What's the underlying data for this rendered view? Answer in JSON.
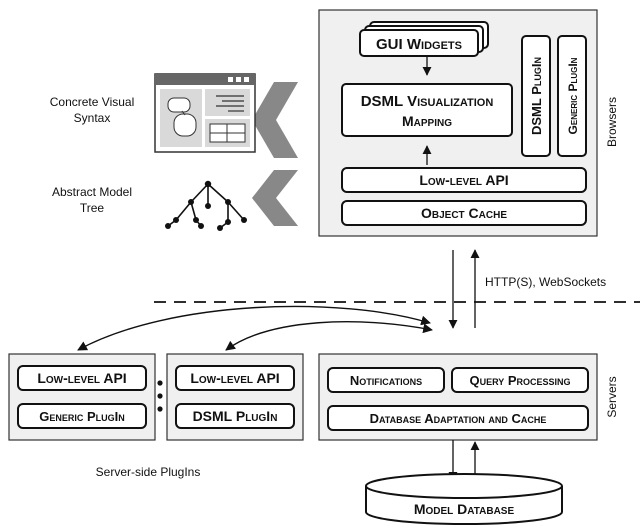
{
  "browser_panel": {
    "gui_widgets": "GUI Widgets",
    "dsml_viz_line1": "DSML Visualization",
    "dsml_viz_line2": "Mapping",
    "low_level_api": "Low-level API",
    "object_cache": "Object Cache",
    "dsml_plugin_vertical": "DSML PlugIn",
    "generic_plugin_vertical": "Generic PlugIn",
    "side_label": "Browsers"
  },
  "left_labels": {
    "concrete_line1": "Concrete Visual",
    "concrete_line2": "Syntax",
    "abstract_line1": "Abstract Model",
    "abstract_line2": "Tree"
  },
  "connection": {
    "protocol_label": "HTTP(S), WebSockets"
  },
  "server_plugins": {
    "plugin1_api": "Low-level API",
    "plugin1_name": "Generic PlugIn",
    "plugin2_api": "Low-level API",
    "plugin2_name": "DSML PlugIn",
    "caption": "Server-side PlugIns"
  },
  "server_panel": {
    "notifications": "Notifications",
    "query_processing": "Query Processing",
    "db_adaptation": "Database Adaptation and Cache",
    "side_label": "Servers"
  },
  "database": {
    "label": "Model Database"
  }
}
